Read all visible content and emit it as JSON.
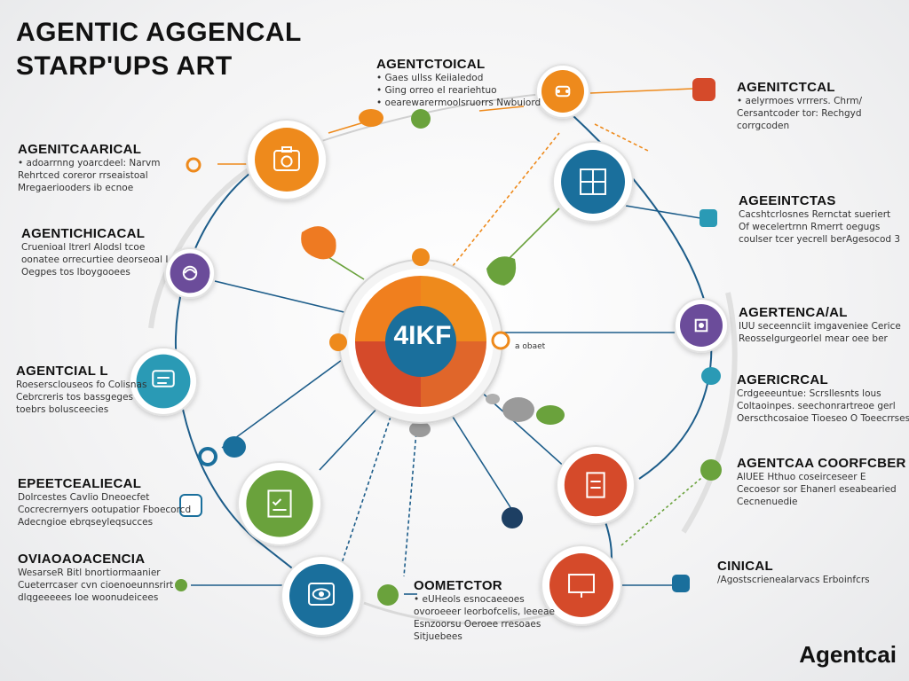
{
  "title": [
    "AGENTIC AGGENCAL",
    "STARP'UPS ART"
  ],
  "brand": "Agentcai",
  "center": {
    "label": "4IKF",
    "caption": "a  obaet"
  },
  "colors": {
    "orange": "#ee8a1c",
    "blue": "#1a6f9c",
    "green": "#6aa23c",
    "red": "#d54a2a",
    "purple": "#6b4c9a",
    "teal": "#2a9ab5",
    "line": "#1d5d8a"
  },
  "labels": [
    {
      "id": "top-center",
      "heading": "AGENTCTOICAL",
      "lines": [
        "•  Gaes  ullss  Keiialedod",
        "•  Ging  orreo   eI  reariehtuo",
        "•  oearewarermoolsruorrs  Nwbuiord"
      ]
    },
    {
      "id": "top-right",
      "heading": "AGENITCTCAL",
      "lines": [
        "•  aelyrmoes vrrrers. Chrm/",
        "Cersantcoder tor:  Rechgyd",
        "corrgcoden"
      ]
    },
    {
      "id": "left-1",
      "heading": "AGENITCAARICAL",
      "lines": [
        "•  adoarrnng  yoarcdeel: Narvm",
        "Rehrtced  coreror  rrseaistoal",
        "Mregaeriooders ib ecnoe"
      ]
    },
    {
      "id": "left-2",
      "heading": "AGENTICHICACAL",
      "lines": [
        "Cruenioal  ltrerl Alodsl tcoe",
        "oonatee  orrecurtiee  deorseoal I",
        "Oegpes  tos  lboygooees"
      ]
    },
    {
      "id": "right-1",
      "heading": "AGEEINTCTAS",
      "lines": [
        "Cacshtcrlosnes  Rernctat  sueriert",
        "Of  wecelertrnn  Rmerrt  oegugs",
        "coulser tcer yecrell berAgesocod 3"
      ]
    },
    {
      "id": "right-2",
      "heading": "AGERTENCA/AL",
      "lines": [
        "IUU  seceennciit  imgaveniee  Cerice",
        "Reosselgurgeorlel  mear  oee  ber"
      ]
    },
    {
      "id": "left-3",
      "heading": "AGENTCIAL L",
      "lines": [
        "Roesersclouseos fo Colisnas",
        "Cebrcreris tos  bassgeges",
        "toebrs  bolusceecies"
      ]
    },
    {
      "id": "right-3",
      "heading": "AGERICRCAL",
      "lines": [
        "Crdgeeeuntue:  Scrsllesnts lous",
        "Coltaoinpes.  seechonrartreoe  gerl",
        "Oerscthcosaioe  Tioeseo O  Toeecrrses"
      ]
    },
    {
      "id": "left-4",
      "heading": "EPEETCEALIECAL",
      "lines": [
        "Dolrcestes  Cavlio Dneoecfet",
        "Cocrecrernyers ootupatior  Fboecorcd",
        "Adecngioe  ebrqseyleqsucces"
      ]
    },
    {
      "id": "right-4",
      "heading": "AGENTCAA  COORFCBER",
      "lines": [
        "AlUEE  Hthuo coseirceseer E",
        "Cecoesor  sor  Ehanerl  eseabearied",
        "Cecnenuedie"
      ]
    },
    {
      "id": "left-5",
      "heading": "OVIAOAOACENCIA",
      "lines": [
        "WesarseR   Bitl  bnortiormaanier",
        "Cueterrcaser  cvn  cioenoeunnsrirt",
        "dlqgeeeees  Ioe  woonudeicees"
      ]
    },
    {
      "id": "bottom-center",
      "heading": "OOMETCTOR",
      "lines": [
        "•  eUHeols  esnocaeeoes",
        "ovoroeeer  leorbofcelis,  leeeae",
        "Esnzoorsu  Oeroee  rresoaes",
        "Sitjuebees"
      ]
    },
    {
      "id": "right-5",
      "heading": "CINICAL",
      "lines": [
        "/Agostscrienealarvacs  Erboinfcrs"
      ]
    }
  ],
  "nodes": [
    {
      "id": "top-left-orange",
      "color": "orange",
      "icon": "camera-icon"
    },
    {
      "id": "top-orange",
      "color": "orange",
      "icon": "robot-icon"
    },
    {
      "id": "upper-right-blue",
      "color": "blue",
      "icon": "dashboard-icon"
    },
    {
      "id": "left-purple",
      "color": "purple",
      "icon": "brain-icon"
    },
    {
      "id": "right-purple",
      "color": "purple",
      "icon": "circuit-icon"
    },
    {
      "id": "left-teal",
      "color": "teal",
      "icon": "chat-icon"
    },
    {
      "id": "right-red",
      "color": "red",
      "icon": "document-icon"
    },
    {
      "id": "lower-left-green",
      "color": "green",
      "icon": "checklist-icon"
    },
    {
      "id": "bottom-blue",
      "color": "blue",
      "icon": "eye-icon"
    },
    {
      "id": "bottom-right-red",
      "color": "red",
      "icon": "monitor-icon"
    }
  ]
}
